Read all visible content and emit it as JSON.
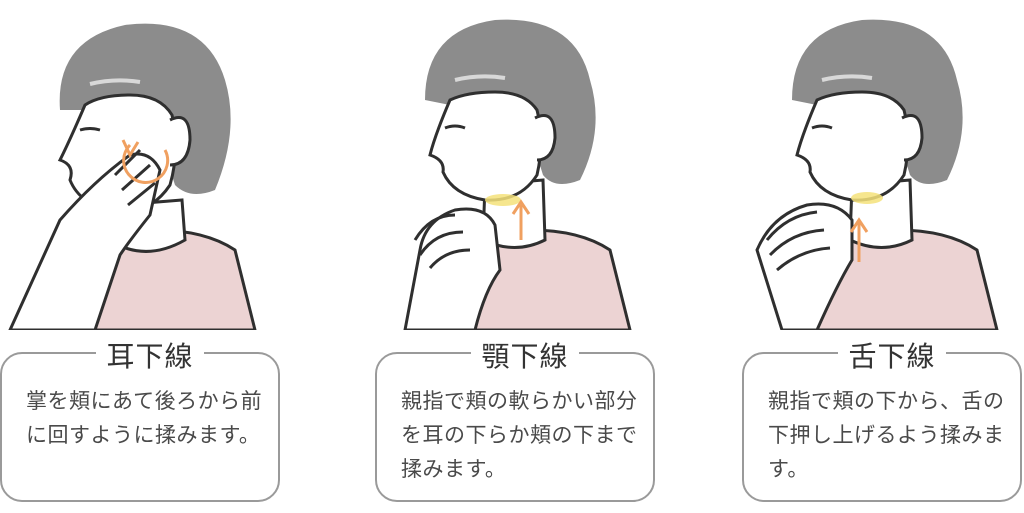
{
  "panels": [
    {
      "title": "耳下線",
      "description": "掌を頬にあて後ろから前に回すように揉みます。"
    },
    {
      "title": "顎下線",
      "description": "親指で頬の軟らかい部分を耳の下らか頬の下まで揉みます。"
    },
    {
      "title": "舌下線",
      "description": "親指で頬の下から、舌の下押し上げるよう揉みます。"
    }
  ],
  "colors": {
    "hair": "#8c8c8c",
    "shirt": "#ecd3d3",
    "outline": "#2f2f2f",
    "arrow": "#f0a060",
    "highlight": "#f4e27a"
  },
  "icons": [
    "circular-arrow-icon",
    "up-arrow-icon"
  ]
}
